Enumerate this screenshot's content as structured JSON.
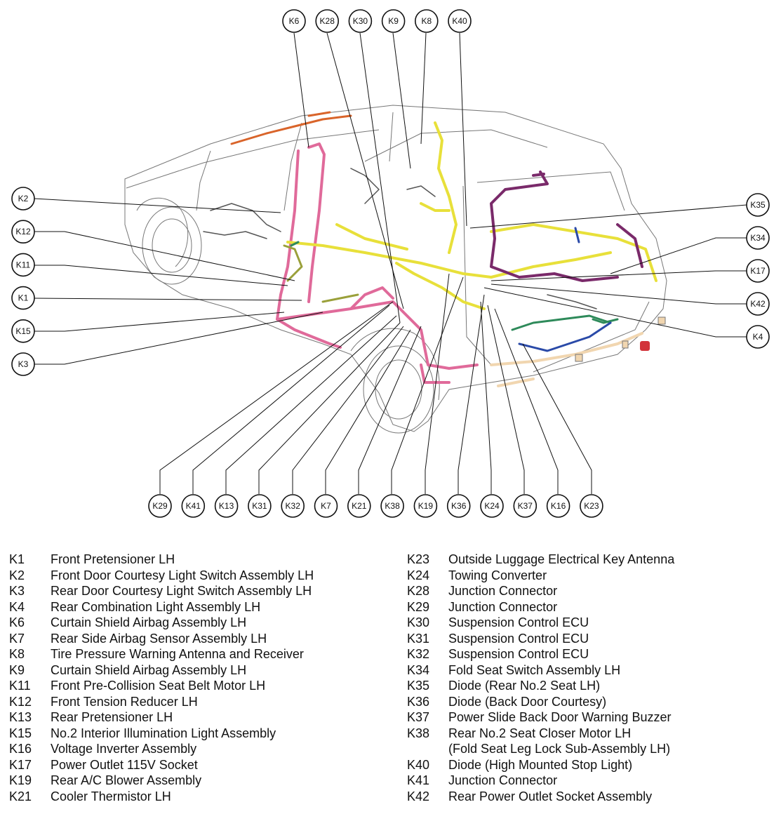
{
  "callouts": {
    "top": [
      "K6",
      "K28",
      "K30",
      "K9",
      "K8",
      "K40"
    ],
    "left": [
      "K2",
      "K12",
      "K11",
      "K1",
      "K15",
      "K3"
    ],
    "right": [
      "K35",
      "K34",
      "K17",
      "K42",
      "K4"
    ],
    "bottom": [
      "K29",
      "K41",
      "K13",
      "K31",
      "K32",
      "K7",
      "K21",
      "K38",
      "K19",
      "K36",
      "K24",
      "K37",
      "K16",
      "K23"
    ]
  },
  "legend": {
    "left": [
      {
        "code": "K1",
        "desc": "Front Pretensioner LH"
      },
      {
        "code": "K2",
        "desc": "Front Door Courtesy Light Switch Assembly LH"
      },
      {
        "code": "K3",
        "desc": "Rear Door Courtesy Light Switch Assembly LH"
      },
      {
        "code": "K4",
        "desc": "Rear Combination Light Assembly LH"
      },
      {
        "code": "K6",
        "desc": "Curtain Shield Airbag Assembly LH"
      },
      {
        "code": "K7",
        "desc": "Rear Side Airbag Sensor Assembly LH"
      },
      {
        "code": "K8",
        "desc": "Tire Pressure Warning Antenna and Receiver"
      },
      {
        "code": "K9",
        "desc": "Curtain Shield Airbag Assembly LH"
      },
      {
        "code": "K11",
        "desc": "Front Pre-Collision Seat Belt Motor LH"
      },
      {
        "code": "K12",
        "desc": "Front Tension Reducer LH"
      },
      {
        "code": "K13",
        "desc": "Rear Pretensioner LH"
      },
      {
        "code": "K15",
        "desc": "No.2 Interior Illumination Light Assembly"
      },
      {
        "code": "K16",
        "desc": "Voltage Inverter Assembly"
      },
      {
        "code": "K17",
        "desc": "Power Outlet 115V Socket"
      },
      {
        "code": "K19",
        "desc": "Rear A/C Blower Assembly"
      },
      {
        "code": "K21",
        "desc": "Cooler Thermistor LH"
      }
    ],
    "right": [
      {
        "code": "K23",
        "desc": "Outside Luggage Electrical Key Antenna"
      },
      {
        "code": "K24",
        "desc": "Towing Converter"
      },
      {
        "code": "K28",
        "desc": "Junction Connector"
      },
      {
        "code": "K29",
        "desc": "Junction Connector"
      },
      {
        "code": "K30",
        "desc": "Suspension Control ECU"
      },
      {
        "code": "K31",
        "desc": "Suspension Control ECU"
      },
      {
        "code": "K32",
        "desc": "Suspension Control ECU"
      },
      {
        "code": "K34",
        "desc": "Fold Seat Switch Assembly LH"
      },
      {
        "code": "K35",
        "desc": "Diode (Rear No.2 Seat LH)"
      },
      {
        "code": "K36",
        "desc": "Diode (Back Door Courtesy)"
      },
      {
        "code": "K37",
        "desc": "Power Slide Back Door Warning Buzzer"
      },
      {
        "code": "K38",
        "desc": "Rear No.2 Seat Closer Motor LH"
      },
      {
        "code": "",
        "desc": "(Fold Seat Leg Lock Sub-Assembly LH)"
      },
      {
        "code": "K40",
        "desc": "Diode (High Mounted Stop Light)"
      },
      {
        "code": "K41",
        "desc": "Junction Connector"
      },
      {
        "code": "K42",
        "desc": "Rear Power Outlet Socket Assembly"
      }
    ]
  },
  "colors": {
    "pink_harness": "#e06a9a",
    "yellow_harness": "#e8e03a",
    "purple_harness": "#7a2a6a",
    "orange_harness": "#d9642a",
    "green_harness": "#2e8a5a",
    "blue_harness": "#2a4aa8",
    "olive_harness": "#9aa03a",
    "car_outline": "#777777"
  }
}
